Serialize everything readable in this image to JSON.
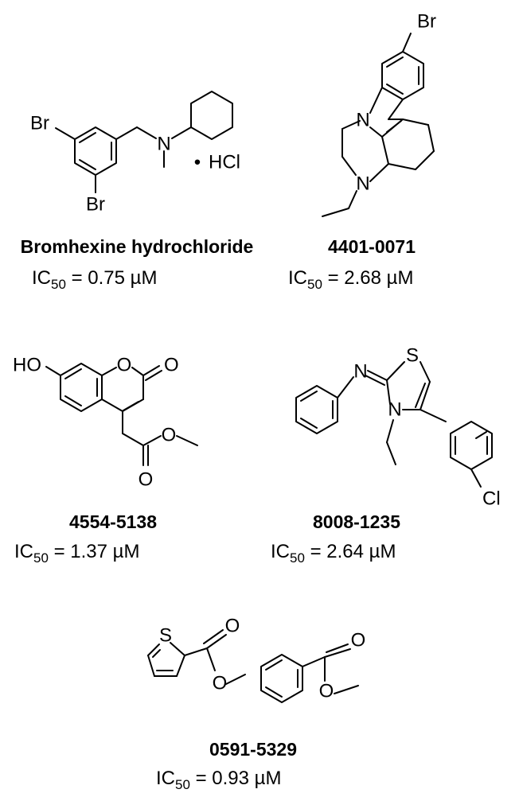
{
  "compounds": [
    {
      "name": "Bromhexine hydrochloride",
      "ic50_value": "0.75",
      "unit": "µM",
      "atoms": {
        "br1": "Br",
        "br2": "Br",
        "n": "N",
        "salt_dot": "•",
        "salt": "HCl"
      }
    },
    {
      "name": "4401-0071",
      "ic50_value": "2.68",
      "unit": "µM",
      "atoms": {
        "br": "Br",
        "n1": "N",
        "n2": "N"
      }
    },
    {
      "name": "4554-5138",
      "ic50_value": "1.37",
      "unit": "µM",
      "atoms": {
        "ho": "HO",
        "o_ring": "O",
        "o_carbonyl": "O",
        "o_ester": "O",
        "o_ester_co": "O"
      }
    },
    {
      "name": "8008-1235",
      "ic50_value": "2.64",
      "unit": "µM",
      "atoms": {
        "n_imine": "N",
        "s": "S",
        "n_ring": "N",
        "cl": "Cl"
      }
    },
    {
      "name": "0591-5329",
      "ic50_value": "0.93",
      "unit": "µM",
      "atoms": {
        "s": "S",
        "o1": "O",
        "o2": "O",
        "o3": "O",
        "o4": "O"
      }
    }
  ],
  "ic50_label": {
    "prefix": "IC",
    "subscript": "50",
    "equals": " = "
  }
}
